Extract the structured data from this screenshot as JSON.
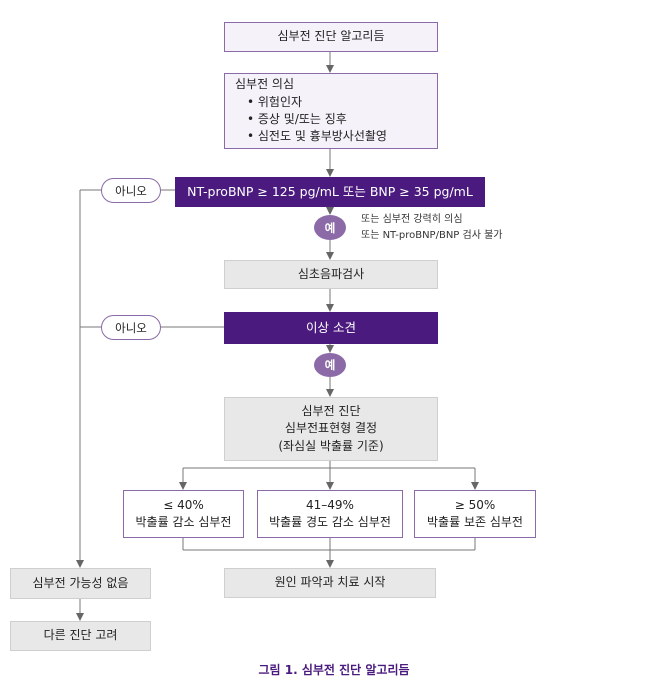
{
  "title_box": "심부전 진단 알고리듬",
  "suspicion": {
    "heading": "심부전 의심",
    "items": [
      "• 위험인자",
      "• 증상 및/또는 징후",
      "• 심전도 및 흉부방사선촬영"
    ]
  },
  "bnp_criteria": "NT-proBNP ≥ 125 pg/mL 또는 BNP ≥ 35 pg/mL",
  "no_label": "아니오",
  "yes_label": "예",
  "yes_note": [
    "또는 심부전 강력히 의심",
    "또는 NT-proBNP/BNP 검사 불가"
  ],
  "echo": "심초음파검사",
  "abnormal": "이상 소견",
  "diagnosis": [
    "심부전 진단",
    "심부전표현형 결정",
    "(좌심실 박출률 기준)"
  ],
  "phenotypes": [
    {
      "range": "≤ 40%",
      "label": "박출률 감소 심부전"
    },
    {
      "range": "41–49%",
      "label": "박출률 경도 감소 심부전"
    },
    {
      "range": "≥ 50%",
      "label": "박출률 보존 심부전"
    }
  ],
  "treatment": "원인 파악과 치료 시작",
  "hf_unlikely": "심부전 가능성 없음",
  "other_dx": "다른 진단 고려",
  "caption": "그림 1. 심부전 진단 알고리듬"
}
